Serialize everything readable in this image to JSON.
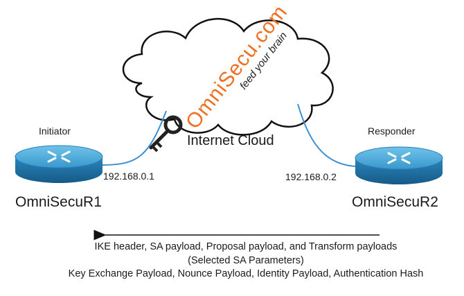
{
  "cloud": {
    "label": "Internet Cloud"
  },
  "watermark": {
    "brand": "OmniSecu.com",
    "tagline": "feed your brain"
  },
  "routers": [
    {
      "role": "Initiator",
      "name": "OmniSecuR1",
      "ip": "192.168.0.1"
    },
    {
      "role": "Responder",
      "name": "OmniSecuR2",
      "ip": "192.168.0.2"
    }
  ],
  "message": {
    "direction": "right-to-left",
    "lines": [
      "IKE header, SA payload, Proposal payload, and Transform payloads",
      "(Selected SA Parameters)",
      "Key Exchange Payload, Nounce Payload, Identity Payload, Authentication Hash"
    ]
  },
  "colors": {
    "router_top": "#4aa8d6",
    "router_side": "#1f6fa3",
    "link": "#3d8fd0",
    "cloud_fill": "#ffffff",
    "cloud_stroke": "#111111",
    "watermark_orange": "#f07020",
    "watermark_dark": "#222222"
  },
  "icons": [
    "cloud-shape",
    "router-icon",
    "key-icon",
    "arrow-left"
  ]
}
